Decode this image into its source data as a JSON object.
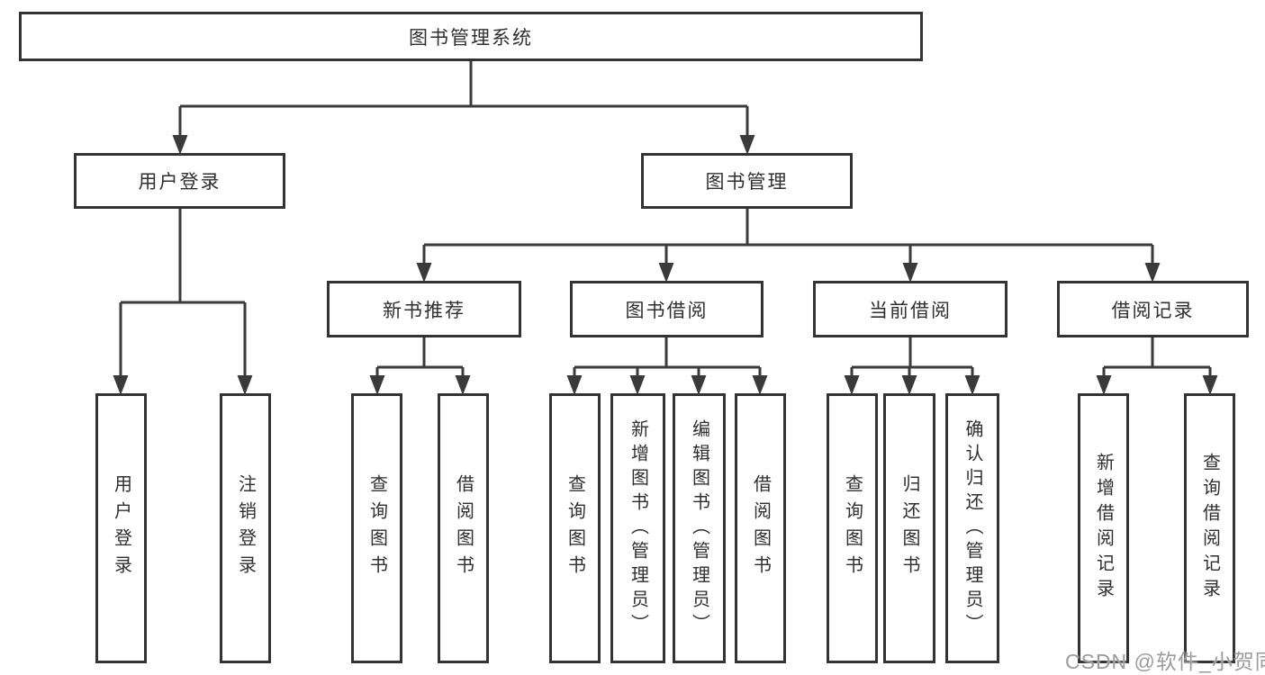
{
  "tree": {
    "root": {
      "label": "图书管理系统"
    },
    "branches": [
      {
        "label": "用户登录",
        "children": [
          {
            "label": "用户登录"
          },
          {
            "label": "注销登录"
          }
        ]
      },
      {
        "label": "图书管理",
        "children": [
          {
            "label": "新书推荐",
            "children": [
              {
                "label": "查询图书"
              },
              {
                "label": "借阅图书"
              }
            ]
          },
          {
            "label": "图书借阅",
            "children": [
              {
                "label": "查询图书"
              },
              {
                "label": "新增图书（管理员）"
              },
              {
                "label": "编辑图书（管理员）"
              },
              {
                "label": "借阅图书"
              }
            ]
          },
          {
            "label": "当前借阅",
            "children": [
              {
                "label": "查询图书"
              },
              {
                "label": "归还图书"
              },
              {
                "label": "确认归还（管理员）"
              }
            ]
          },
          {
            "label": "借阅记录",
            "children": [
              {
                "label": "新增借阅记录"
              },
              {
                "label": "查询借阅记录"
              }
            ]
          }
        ]
      }
    ]
  },
  "watermark": {
    "text": "CSDN @软件_小贺同学"
  },
  "colors": {
    "line": "#3a3a3a",
    "border": "#333333",
    "text": "#2f2f2f",
    "watermark": "#9b9b9b",
    "background": "#ffffff"
  }
}
